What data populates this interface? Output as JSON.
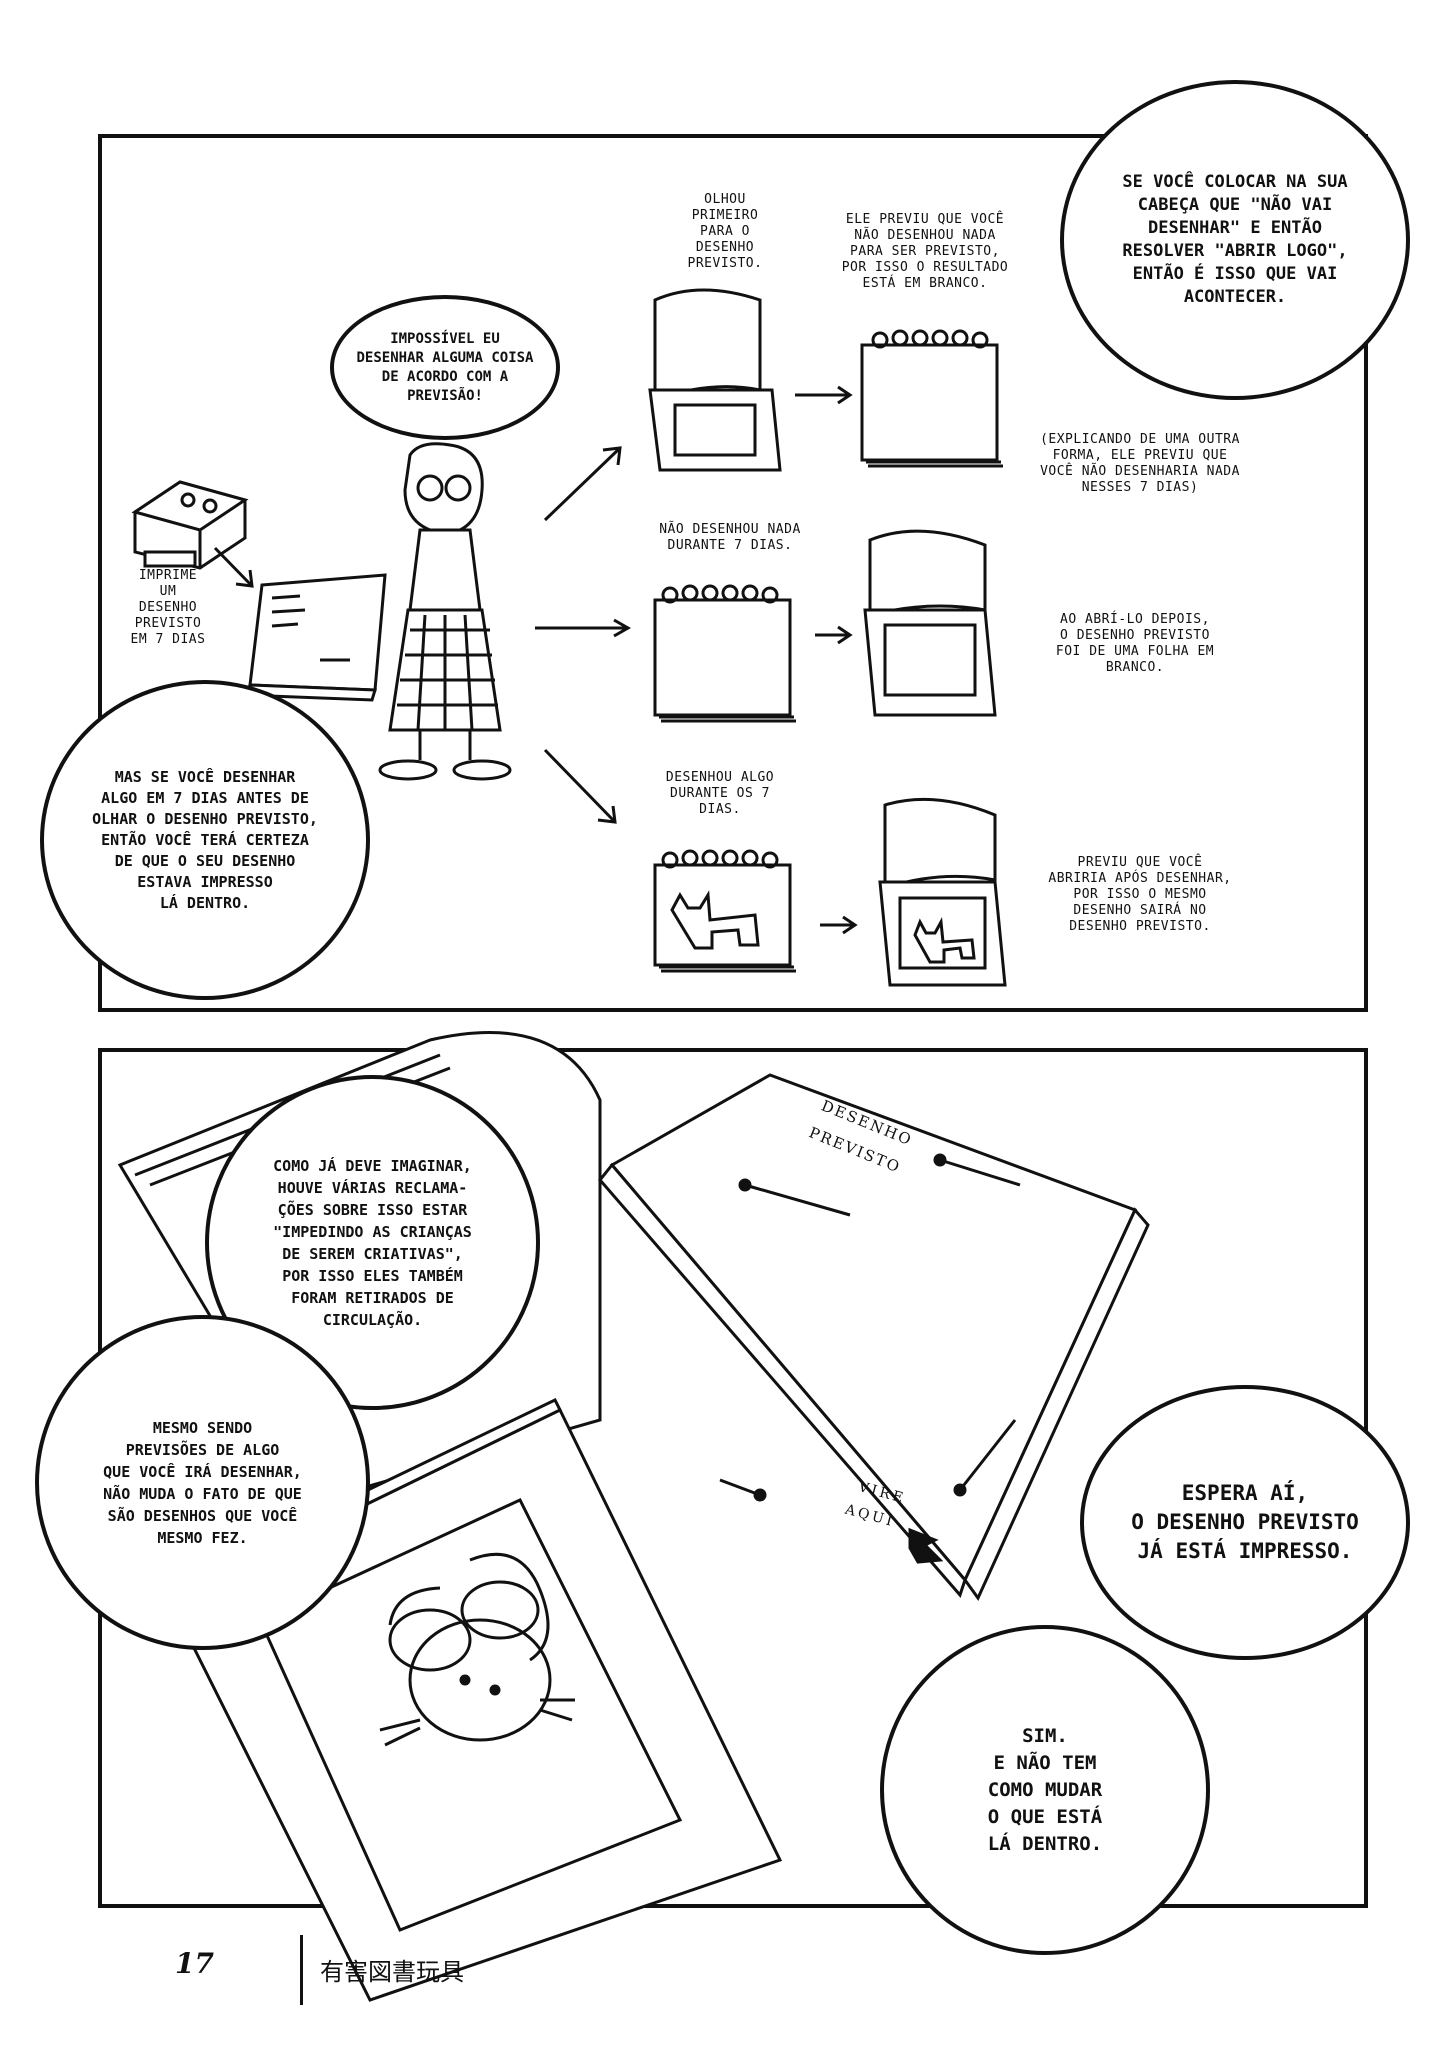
{
  "panel1": {
    "bubble_impossible": "IMPOSSÍVEL EU\nDESENHAR ALGUMA COISA\nDE ACORDO COM A\nPREVISÃO!",
    "bubble_if_you": "SE VOCÊ COLOCAR NA SUA\nCABEÇA QUE \"NÃO VAI\nDESENHAR\" E ENTÃO\nRESOLVER \"ABRIR LOGO\",\nENTÃO É ISSO QUE VAI\nACONTECER.",
    "bubble_but_if": "MAS SE VOCÊ DESENHAR\nALGO EM 7 DIAS ANTES DE\nOLHAR O DESENHO PREVISTO,\nENTÃO VOCÊ TERÁ CERTEZA\nDE QUE O SEU DESENHO\nESTAVA IMPRESSO\nLÁ DENTRO.",
    "cap_prints": "IMPRIME\nUM\nDESENHO\nPREVISTO\nEM 7 DIAS",
    "cap_looked_first": "OLHOU\nPRIMEIRO\nPARA O\nDESENHO\nPREVISTO.",
    "cap_predicted_nothing": "ELE PREVIU QUE VOCÊ\nNÃO DESENHOU NADA\nPARA SER PREVISTO,\nPOR ISSO O RESULTADO\nESTÁ EM BRANCO.",
    "cap_explaining": "(EXPLICANDO DE UMA OUTRA\nFORMA, ELE PREVIU QUE\nVOCÊ NÃO DESENHARIA NADA\nNESSES 7 DIAS)",
    "cap_drew_nothing": "NÃO DESENHOU NADA\nDURANTE 7 DIAS.",
    "cap_opened_later": "AO ABRÍ-LO DEPOIS,\nO DESENHO PREVISTO\nFOI DE UMA FOLHA EM\nBRANCO.",
    "cap_drew_something": "DESENHOU ALGO\nDURANTE OS 7\nDIAS.",
    "cap_predicted_open": "PREVIU QUE VOCÊ\nABRIRIA APÓS DESENHAR,\nPOR ISSO O MESMO\nDESENHO SAIRÁ NO\nDESENHO PREVISTO."
  },
  "panel2": {
    "bubble_as_you": "COMO JÁ DEVE IMAGINAR,\nHOUVE VÁRIAS RECLAMA-\nÇÕES SOBRE ISSO ESTAR\n\"IMPEDINDO AS CRIANÇAS\nDE SEREM CRIATIVAS\",\nPOR ISSO ELES TAMBÉM\nFORAM RETIRADOS DE\nCIRCULAÇÃO.",
    "bubble_even": "MESMO SENDO\nPREVISÕES DE ALGO\nQUE VOCÊ IRÁ DESENHAR,\nNÃO MUDA O FATO DE QUE\nSÃO DESENHOS QUE VOCÊ\nMESMO FEZ.",
    "bubble_wait": "ESPERA AÍ,\nO DESENHO PREVISTO\nJÁ ESTÁ IMPRESSO.",
    "bubble_yes": "SIM.\nE NÃO TEM\nCOMO MUDAR\nO QUE ESTÁ\nLÁ DENTRO.",
    "book_title_line1": "DESENHO",
    "book_title_line2": "PREVISTO",
    "turn_here_1": "VIRE",
    "turn_here_2": "AQUI"
  },
  "footer": {
    "page_number": "17",
    "series_title": "有害図書玩具"
  }
}
